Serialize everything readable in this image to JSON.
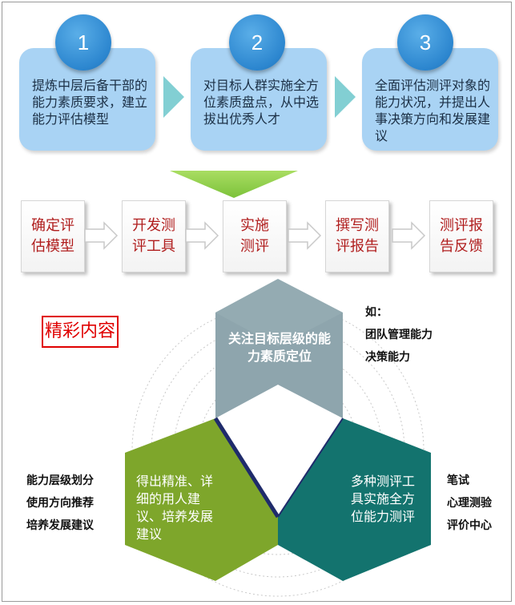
{
  "steps": [
    {
      "number": "1",
      "text": "提炼中层后备干部的能力素质要求，建立能力评估模型"
    },
    {
      "number": "2",
      "text": "对目标人群实施全方位素质盘点，从中选拔出优秀人才"
    },
    {
      "number": "3",
      "text": "全面评估测评对象的能力状况，并提出人事决策方向和发展建议"
    }
  ],
  "process": [
    "确定评估模型",
    "开发测评工具",
    "实施测评",
    "撰写测评报告",
    "测评报告反馈"
  ],
  "badge": "精彩内容",
  "hexes": {
    "top": "关注目标层级的能力素质定位",
    "left": "得出精准、详细的用人建议、培养发展建议",
    "right": "多种测评工具实施全方位能力测评"
  },
  "side_top": {
    "lead": "如：",
    "items": [
      "团队管理能力",
      "决策能力"
    ]
  },
  "side_left": [
    "能力层级划分",
    "使用方向推荐",
    "培养发展建议"
  ],
  "side_right": [
    "笔试",
    "心理测验",
    "评价中心"
  ],
  "colors": {
    "card": "#a9d3f4",
    "circle": "#2c86cf",
    "chevron": "#82cfd3",
    "funnel": "#92d050",
    "process_text": "#b01d1d",
    "hex_top": "#8ea5ad",
    "hex_left": "#7ea62b",
    "hex_right": "#13736e"
  }
}
